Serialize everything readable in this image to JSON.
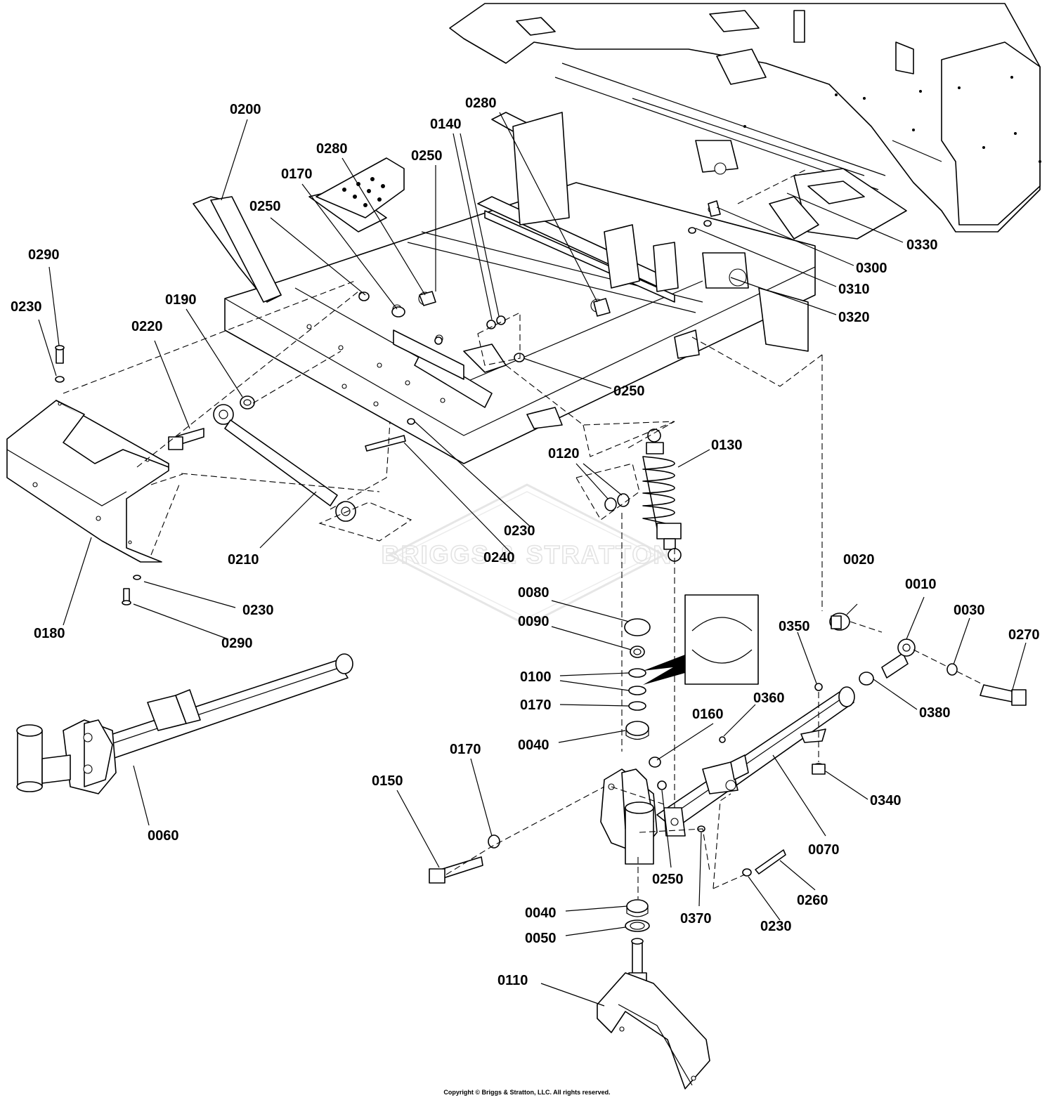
{
  "watermark": {
    "text": "BRIGGS & STRATTON"
  },
  "copyright": "Copyright © Briggs & Stratton, LLC. All rights reserved.",
  "callouts": [
    {
      "id": "c0200",
      "text": "0200"
    },
    {
      "id": "c0280a",
      "text": "0280"
    },
    {
      "id": "c0140",
      "text": "0140"
    },
    {
      "id": "c0280b",
      "text": "0280"
    },
    {
      "id": "c0250a",
      "text": "0250"
    },
    {
      "id": "c0170a",
      "text": "0170"
    },
    {
      "id": "c0250b",
      "text": "0250"
    },
    {
      "id": "c0290a",
      "text": "0290"
    },
    {
      "id": "c0230a",
      "text": "0230"
    },
    {
      "id": "c0190",
      "text": "0190"
    },
    {
      "id": "c0220",
      "text": "0220"
    },
    {
      "id": "c0330",
      "text": "0330"
    },
    {
      "id": "c0300",
      "text": "0300"
    },
    {
      "id": "c0310",
      "text": "0310"
    },
    {
      "id": "c0320",
      "text": "0320"
    },
    {
      "id": "c0250c",
      "text": "0250"
    },
    {
      "id": "c0130",
      "text": "0130"
    },
    {
      "id": "c0120",
      "text": "0120"
    },
    {
      "id": "c0230b",
      "text": "0230"
    },
    {
      "id": "c0240",
      "text": "0240"
    },
    {
      "id": "c0210",
      "text": "0210"
    },
    {
      "id": "c0180",
      "text": "0180"
    },
    {
      "id": "c0230c",
      "text": "0230"
    },
    {
      "id": "c0290b",
      "text": "0290"
    },
    {
      "id": "c0080",
      "text": "0080"
    },
    {
      "id": "c0090",
      "text": "0090"
    },
    {
      "id": "c0020",
      "text": "0020"
    },
    {
      "id": "c0010",
      "text": "0010"
    },
    {
      "id": "c0030",
      "text": "0030"
    },
    {
      "id": "c0270",
      "text": "0270"
    },
    {
      "id": "c0350",
      "text": "0350"
    },
    {
      "id": "c0100",
      "text": "0100"
    },
    {
      "id": "c0170b",
      "text": "0170"
    },
    {
      "id": "c0360",
      "text": "0360"
    },
    {
      "id": "c0380",
      "text": "0380"
    },
    {
      "id": "c0040a",
      "text": "0040"
    },
    {
      "id": "c0160",
      "text": "0160"
    },
    {
      "id": "c0170c",
      "text": "0170"
    },
    {
      "id": "c0150",
      "text": "0150"
    },
    {
      "id": "c0340",
      "text": "0340"
    },
    {
      "id": "c0060",
      "text": "0060"
    },
    {
      "id": "c0070",
      "text": "0070"
    },
    {
      "id": "c0250d",
      "text": "0250"
    },
    {
      "id": "c0260",
      "text": "0260"
    },
    {
      "id": "c0370",
      "text": "0370"
    },
    {
      "id": "c0230d",
      "text": "0230"
    },
    {
      "id": "c0040b",
      "text": "0040"
    },
    {
      "id": "c0050",
      "text": "0050"
    },
    {
      "id": "c0110",
      "text": "0110"
    }
  ]
}
